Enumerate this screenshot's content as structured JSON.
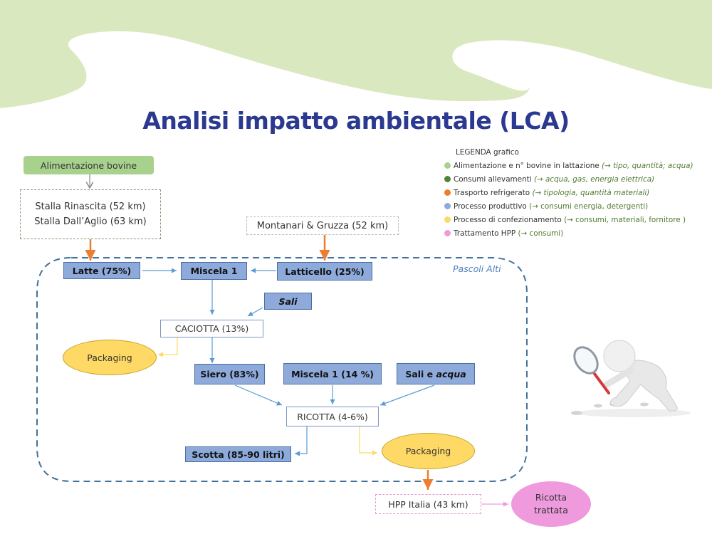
{
  "slide": {
    "title": "Analisi impatto ambientale (LCA)",
    "colors": {
      "title": "#2b3990",
      "background_wave": "#d9e8be",
      "process_box": "#8eaadb",
      "packaging": "#ffd966",
      "hpp": "#ee9add",
      "transport_arrow": "#ed7d31",
      "flow_arrow": "#5b9bd5"
    }
  },
  "legend": {
    "title": "LEGENDA grafico",
    "items": [
      {
        "label": "Alimentazione e n° bovine in lattazione",
        "note": "(→ tipo, quantità; acqua)",
        "note_italic": true,
        "color": "#a9d18e"
      },
      {
        "label": "Consumi allevamenti",
        "note": "(→ acqua, gas, energia elettrica)",
        "note_italic": true,
        "color": "#548235"
      },
      {
        "label": "Trasporto refrigerato",
        "note": "(→  tipologia, quantità materiali)",
        "note_italic": true,
        "color": "#ed7d31"
      },
      {
        "label": "Processo produttivo",
        "note": "(→ consumi energia, detergenti)",
        "note_italic": false,
        "color": "#8eaadb"
      },
      {
        "label": "Processo di confezionamento",
        "note": "(→ consumi, materiali, fornitore )",
        "note_italic": false,
        "color": "#ffd966"
      },
      {
        "label": "Trattamento HPP",
        "note": "(→ consumi)",
        "note_italic": false,
        "color": "#ee9add"
      }
    ]
  },
  "diagram": {
    "feed": "Alimentazione bovine",
    "farms": [
      "Stalla Rinascita (52 km)",
      "Stalla Dall’Aglio (63 km)"
    ],
    "supplier": "Montanari & Gruzza (52 km)",
    "plant_label": "Pascoli Alti",
    "latte": "Latte (75%)",
    "miscela": "Miscela 1",
    "latticello": "Latticello (25%)",
    "sali": "Sali",
    "caciotta": "CACIOTTA (13%)",
    "packaging_1": "Packaging",
    "siero": "Siero (83%)",
    "miscela_14": "Miscela 1 (14 %)",
    "sali_acqua_prefix": "Sali e ",
    "sali_acqua_suffix": "acqua",
    "ricotta": "RICOTTA (4-6%)",
    "scotta": "Scotta (85-90 litri)",
    "packaging_2": "Packaging",
    "hpp": "HPP Italia (43 km)",
    "result": [
      "Ricotta",
      "trattata"
    ]
  },
  "illustration": {
    "icon": "figure-with-magnifying-glass-icon"
  }
}
